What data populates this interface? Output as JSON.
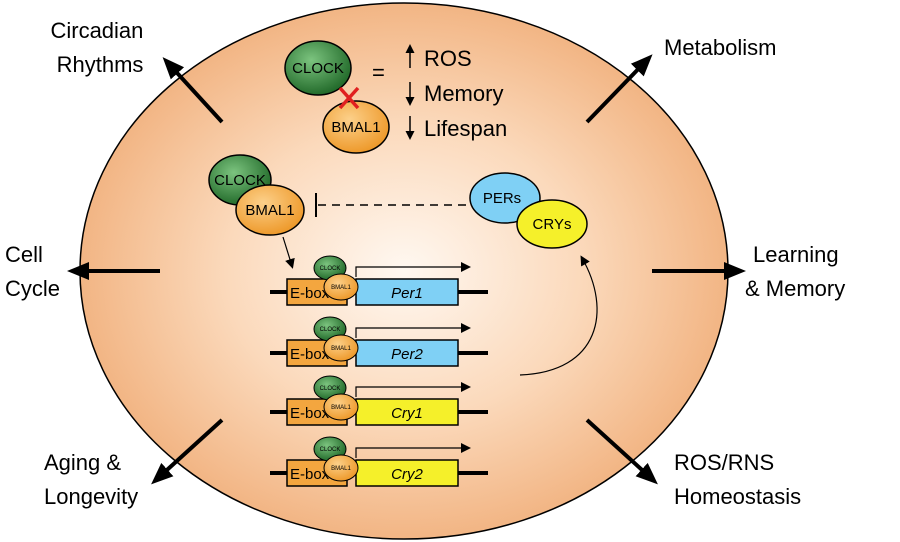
{
  "outputs": {
    "circadian": [
      "Circadian",
      "Rhythms"
    ],
    "metabolism": "Metabolism",
    "cell_cycle": [
      "Cell",
      "Cycle"
    ],
    "learning": [
      "Learning",
      "& Memory"
    ],
    "aging": [
      "Aging &",
      "Longevity"
    ],
    "ros": [
      "ROS/RNS",
      "Homeostasis"
    ]
  },
  "knockout": {
    "clock": "CLOCK",
    "bmal1": "BMAL1",
    "equals": "=",
    "effects": [
      "ROS",
      "Memory",
      "Lifespan"
    ],
    "effect_directions": [
      "up",
      "down",
      "down"
    ]
  },
  "complex": {
    "clock": "CLOCK",
    "bmal1": "BMAL1"
  },
  "repressors": {
    "pers": "PERs",
    "crys": "CRYs"
  },
  "genes": [
    {
      "name": "Per1",
      "ebox": "E-box",
      "clock": "CLOCK",
      "bmal1": "BMAL1",
      "color": "#7fd0f5"
    },
    {
      "name": "Per2",
      "ebox": "E-box",
      "clock": "CLOCK",
      "bmal1": "BMAL1",
      "color": "#7fd0f5"
    },
    {
      "name": "Cry1",
      "ebox": "E-box",
      "clock": "CLOCK",
      "bmal1": "BMAL1",
      "color": "#f5f02a"
    },
    {
      "name": "Cry2",
      "ebox": "E-box",
      "clock": "CLOCK",
      "bmal1": "BMAL1",
      "color": "#f5f02a"
    }
  ],
  "colors": {
    "cell_edge": "#f0b07f",
    "cell_center": "#fff6ee",
    "clock_green": "#2f8a3a",
    "bmal_orange": "#f3a63f",
    "per_blue": "#7fd0f5",
    "cry_yellow": "#f5f02a",
    "knockout_red": "#e02020"
  }
}
